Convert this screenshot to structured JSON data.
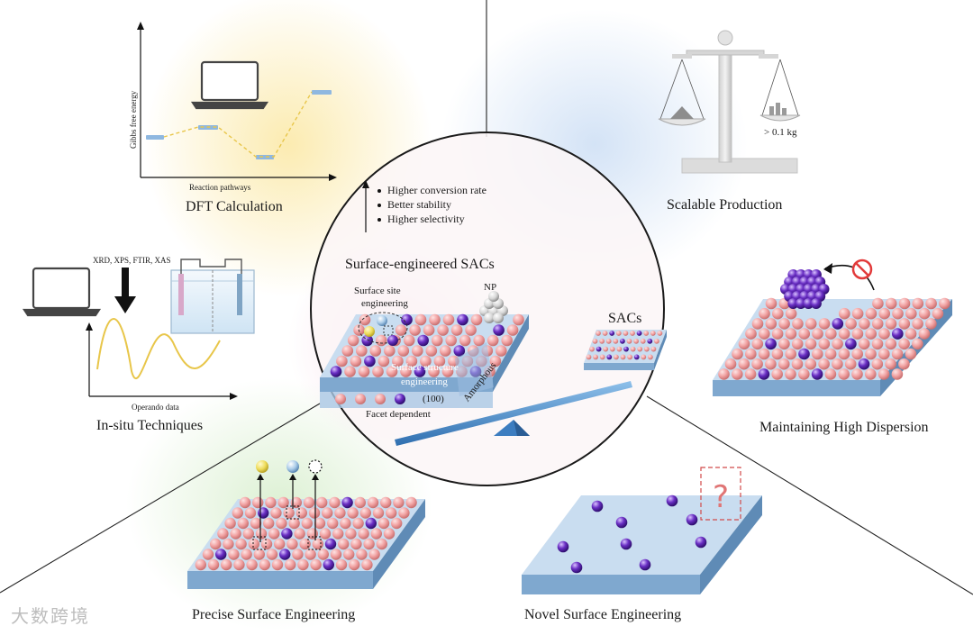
{
  "center": {
    "title": "Surface-engineered SACs",
    "benefits": [
      "Higher conversion rate",
      "Better stability",
      "Higher selectivity"
    ],
    "surface_site_engineering": [
      "Surface site",
      "engineering"
    ],
    "np_label": "NP",
    "surface_structure_engineering": [
      "Surface structure",
      "engineering"
    ],
    "facet_index": "(100)",
    "facet_dependent": "Facet dependent",
    "amorphous": "Amorphous",
    "sacs_label": "SACs"
  },
  "dft": {
    "title": "DFT Calculation",
    "ylabel": "Gibbs free energy",
    "xlabel": "Reaction pathways"
  },
  "insitu": {
    "title": "In-situ Techniques",
    "techniques": "XRD, XPS, FTIR, XAS",
    "xlabel": "Operando data"
  },
  "scalable": {
    "title": "Scalable Production",
    "mass": "> 0.1 kg"
  },
  "dispersion": {
    "title": "Maintaining High Dispersion"
  },
  "precise": {
    "title": "Precise Surface Engineering"
  },
  "novel": {
    "title": "Novel Surface Engineering"
  },
  "watermark": "大数跨境",
  "colors": {
    "slab_top": "#c9ddf0",
    "slab_side": "#7fa8cf",
    "atom_pink": "#f2a3a3",
    "atom_purple": "#6a2fc4",
    "seesaw": "#3c7dc0",
    "energy_level": "#8fb8e0",
    "pathway": "#e8c64a"
  }
}
